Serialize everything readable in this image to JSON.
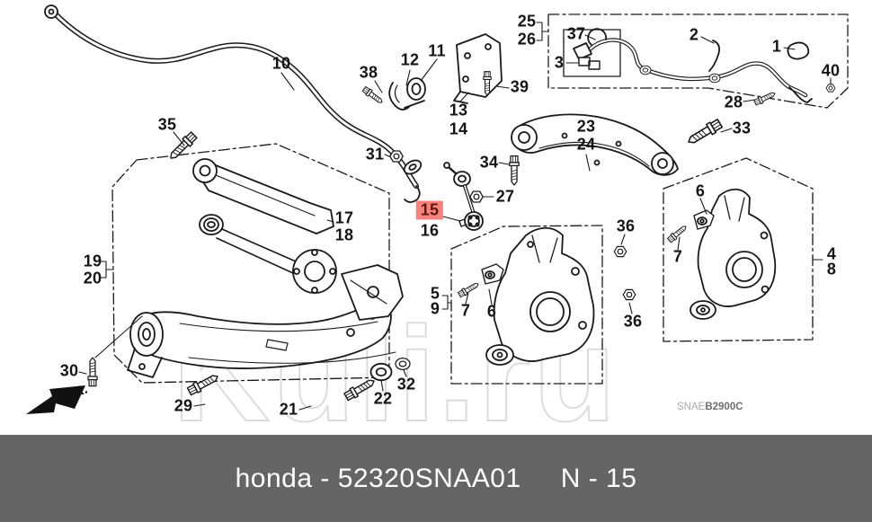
{
  "banner": {
    "text": "honda - 52320SNAA01",
    "page_ref": "N - 15",
    "bg_color": "#656565",
    "text_color": "#ffffff"
  },
  "diagram": {
    "code_prefix": "SNAE",
    "code_suffix": "B2900C",
    "fr_label": "FR.",
    "watermark": "Kuli.ru",
    "selected_part": "15",
    "highlight_bg": "#f4837d",
    "highlight_text": "#5f1710",
    "line_color": "#1a1a1a",
    "labels": [
      {
        "text": "10"
      },
      {
        "text": "35"
      },
      {
        "text": "38"
      },
      {
        "text": "12"
      },
      {
        "text": "11"
      },
      {
        "text": "13"
      },
      {
        "text": "14"
      },
      {
        "text": "39"
      },
      {
        "text": "25"
      },
      {
        "text": "26"
      },
      {
        "text": "37"
      },
      {
        "text": "3"
      },
      {
        "text": "2"
      },
      {
        "text": "1"
      },
      {
        "text": "40"
      },
      {
        "text": "28"
      },
      {
        "text": "33"
      },
      {
        "text": "23"
      },
      {
        "text": "24"
      },
      {
        "text": "34"
      },
      {
        "text": "27"
      },
      {
        "text": "31"
      },
      {
        "text": "15",
        "highlighted": true
      },
      {
        "text": "16"
      },
      {
        "text": "17"
      },
      {
        "text": "18"
      },
      {
        "text": "19"
      },
      {
        "text": "20"
      },
      {
        "text": "5"
      },
      {
        "text": "9"
      },
      {
        "text": "7"
      },
      {
        "text": "6"
      },
      {
        "text": "36"
      },
      {
        "text": "36"
      },
      {
        "text": "6"
      },
      {
        "text": "7"
      },
      {
        "text": "4"
      },
      {
        "text": "8"
      },
      {
        "text": "30"
      },
      {
        "text": "29"
      },
      {
        "text": "21"
      },
      {
        "text": "22"
      },
      {
        "text": "32"
      }
    ]
  }
}
